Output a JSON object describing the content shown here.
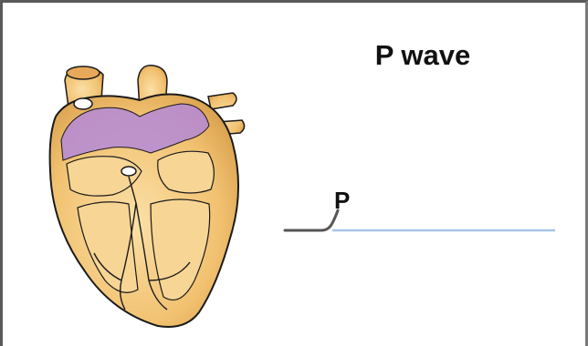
{
  "title": "P wave",
  "wave_label": "P",
  "colors": {
    "heart_fill": "#f3c77c",
    "heart_outline": "#1a1a1a",
    "atria_depolarized": "#b48ad8",
    "trace_recorded": "#555555",
    "trace_pending": "#a8c4e8"
  },
  "icons": {
    "heart": "heart-cross-section-illustration"
  }
}
